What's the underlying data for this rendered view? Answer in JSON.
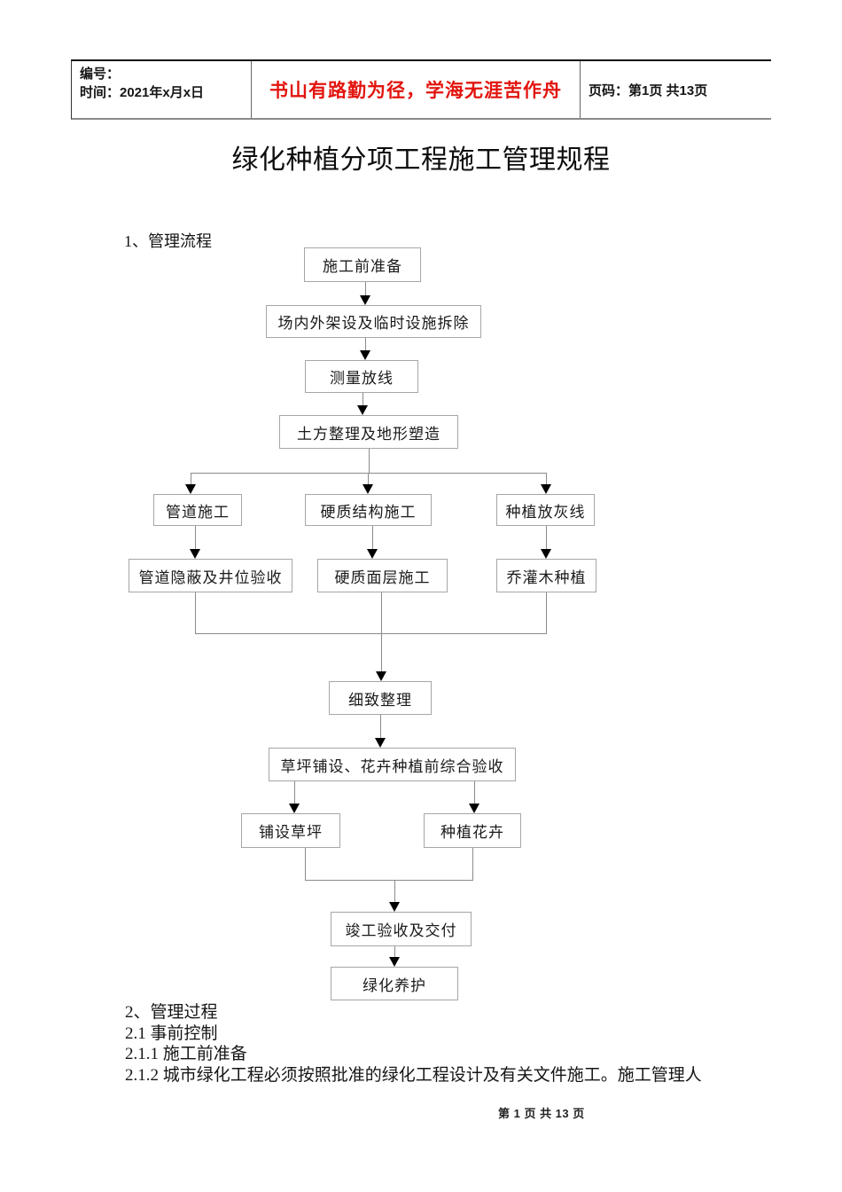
{
  "header_table": {
    "number_label": "编号：",
    "time_label": "时间：2021年x月x日",
    "motto": "书山有路勤为径，学海无涯苦作舟",
    "motto_color": "#e2150e",
    "page_info": "页码：第1页 共13页"
  },
  "title": "绿化种植分项工程施工管理规程",
  "section1_heading": "1、管理流程",
  "flowchart": {
    "nodes": [
      {
        "label": "施工前准备"
      },
      {
        "label": "场内外架设及临时设施拆除"
      },
      {
        "label": "测量放线"
      },
      {
        "label": "土方整理及地形塑造"
      },
      {
        "label": "管道施工"
      },
      {
        "label": "硬质结构施工"
      },
      {
        "label": "种植放灰线"
      },
      {
        "label": "管道隐蔽及井位验收"
      },
      {
        "label": "硬质面层施工"
      },
      {
        "label": "乔灌木种植"
      },
      {
        "label": "细致整理"
      },
      {
        "label": "草坪铺设、花卉种植前综合验收"
      },
      {
        "label": "铺设草坪"
      },
      {
        "label": "种植花卉"
      },
      {
        "label": "竣工验收及交付"
      },
      {
        "label": "绿化养护"
      }
    ]
  },
  "body_paragraphs": [
    "2、管理过程",
    "2.1 事前控制",
    "2.1.1 施工前准备",
    "2.1.2 城市绿化工程必须按照批准的绿化工程设计及有关文件施工。施工管理人"
  ],
  "footer": {
    "page_text": "第 1 页 共 13 页"
  }
}
